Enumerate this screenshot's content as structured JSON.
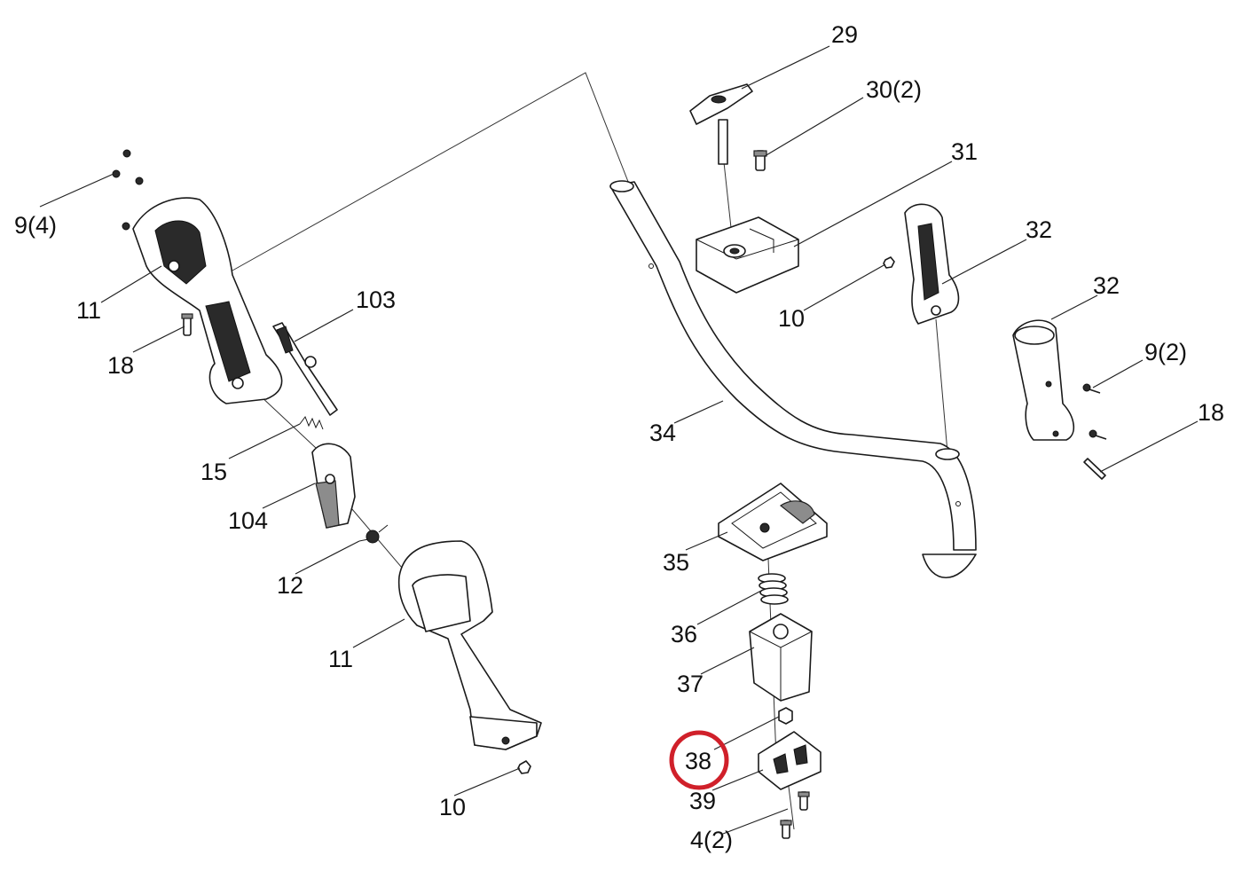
{
  "labels": [
    {
      "id": "29",
      "text": "29"
    },
    {
      "id": "30",
      "text": "30(2)"
    },
    {
      "id": "31",
      "text": "31"
    },
    {
      "id": "32a",
      "text": "32"
    },
    {
      "id": "32b",
      "text": "32"
    },
    {
      "id": "9a",
      "text": "9(4)"
    },
    {
      "id": "9b",
      "text": "9(2)"
    },
    {
      "id": "11a",
      "text": "11"
    },
    {
      "id": "11b",
      "text": "11"
    },
    {
      "id": "103",
      "text": "103"
    },
    {
      "id": "18a",
      "text": "18"
    },
    {
      "id": "18b",
      "text": "18"
    },
    {
      "id": "10a",
      "text": "10"
    },
    {
      "id": "10b",
      "text": "10"
    },
    {
      "id": "34",
      "text": "34"
    },
    {
      "id": "15",
      "text": "15"
    },
    {
      "id": "104",
      "text": "104"
    },
    {
      "id": "12",
      "text": "12"
    },
    {
      "id": "35",
      "text": "35"
    },
    {
      "id": "36",
      "text": "36"
    },
    {
      "id": "37",
      "text": "37"
    },
    {
      "id": "38",
      "text": "38"
    },
    {
      "id": "39",
      "text": "39"
    },
    {
      "id": "4",
      "text": "4(2)"
    }
  ],
  "highlight": {
    "label": "38",
    "color": "#d0202a"
  }
}
